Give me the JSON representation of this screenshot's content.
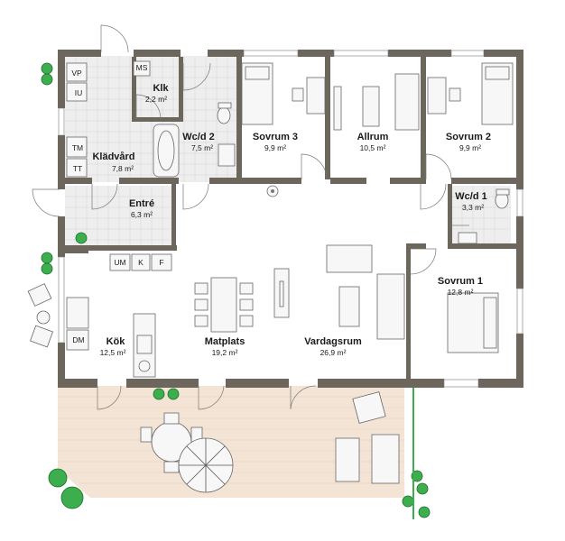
{
  "rooms": {
    "kladvard": {
      "name": "Klädvård",
      "area": "7,8 m²"
    },
    "klk": {
      "name": "Klk",
      "area": "2,2 m²"
    },
    "wc2": {
      "name": "Wc/d 2",
      "area": "7,5 m²"
    },
    "sovrum3": {
      "name": "Sovrum 3",
      "area": "9,9 m²"
    },
    "allrum": {
      "name": "Allrum",
      "area": "10,5 m²"
    },
    "sovrum2": {
      "name": "Sovrum 2",
      "area": "9,9 m²"
    },
    "entre": {
      "name": "Entré",
      "area": "6,3 m²"
    },
    "wc1": {
      "name": "Wc/d 1",
      "area": "3,3 m²"
    },
    "sovrum1": {
      "name": "Sovrum 1",
      "area": "12,8 m²"
    },
    "kok": {
      "name": "Kök",
      "area": "12,5 m²"
    },
    "matplats": {
      "name": "Matplats",
      "area": "19,2 m²"
    },
    "vardagsrum": {
      "name": "Vardagsrum",
      "area": "26,9 m²"
    }
  },
  "fixtures": {
    "vp": "VP",
    "iu": "IU",
    "tm": "TM",
    "tt": "TT",
    "ms": "MS",
    "um": "UM",
    "k": "K",
    "f": "F",
    "dm": "DM"
  },
  "colors": {
    "wall": "#6d665c",
    "tile": "#eeeeee",
    "deck": "#f4e4d6",
    "plant": "#3cae4d"
  }
}
